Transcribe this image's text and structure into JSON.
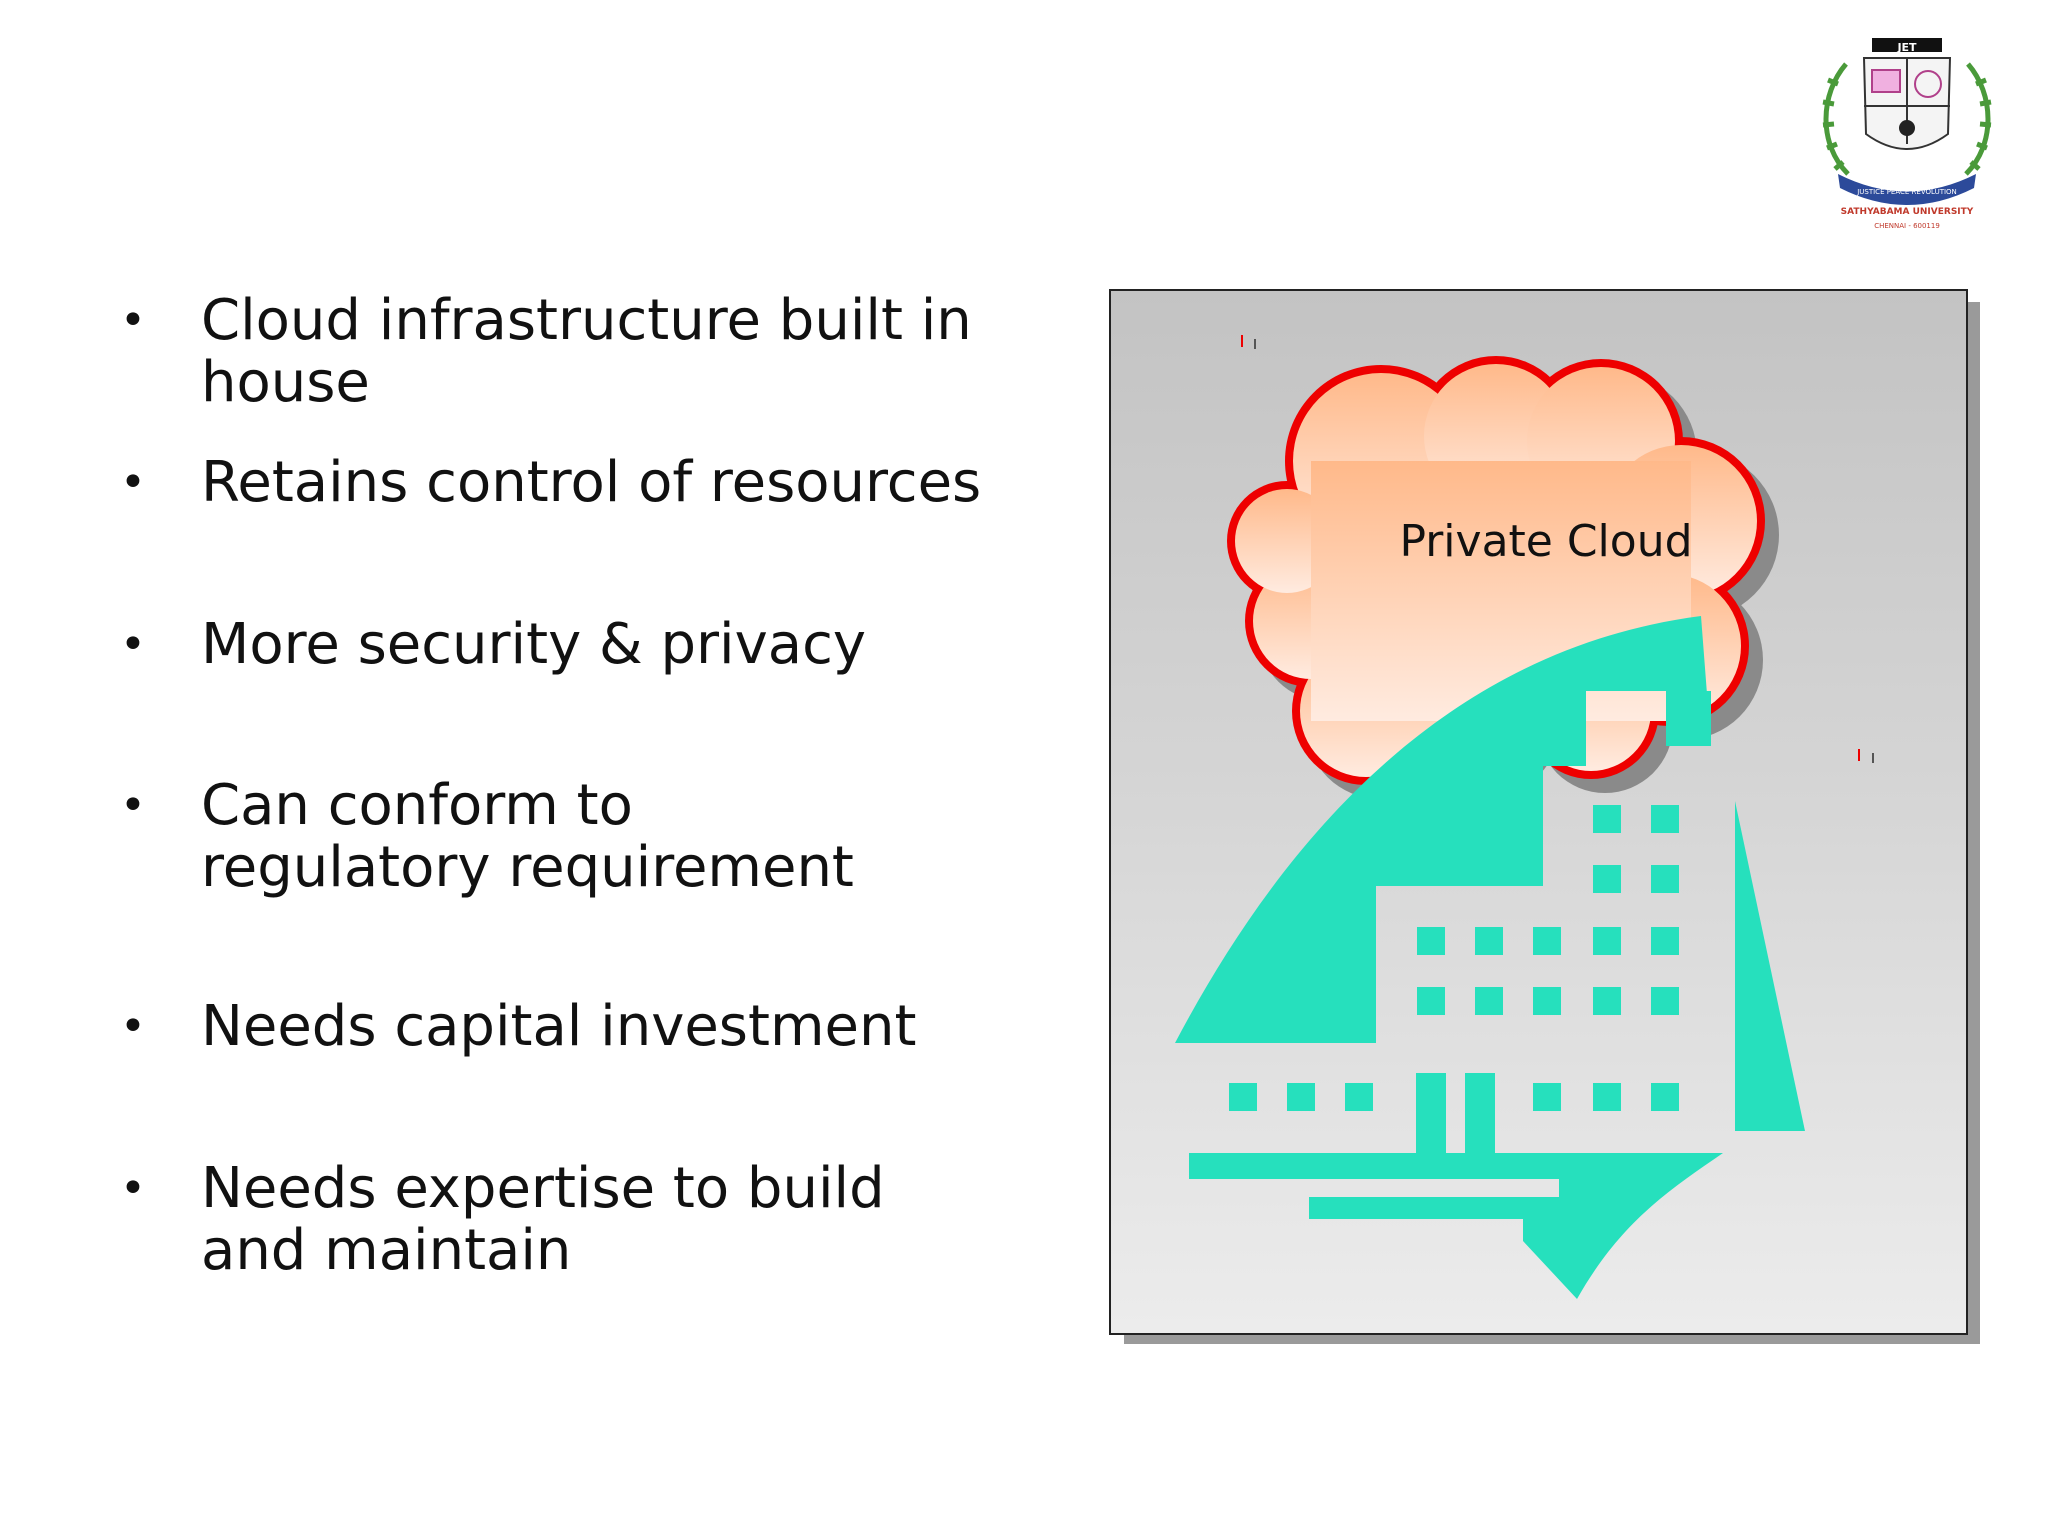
{
  "bullets": [
    "Cloud infrastructure built in house",
    "Retains control of resources",
    "More security & privacy",
    "Can conform to regulatory requirement",
    "Needs capital investment",
    "Needs expertise to build and maintain"
  ],
  "figure": {
    "cloud_label": "Private Cloud",
    "cloud_color": "#ffc79b",
    "cloud_outline_color": "#ee0000",
    "building_color": "#26e0bd"
  },
  "logo": {
    "name": "JET",
    "motto": "JUSTICE PEACE REVOLUTION",
    "institution": "SATHYABAMA UNIVERSITY",
    "location": "CHENNAI - 600119"
  }
}
